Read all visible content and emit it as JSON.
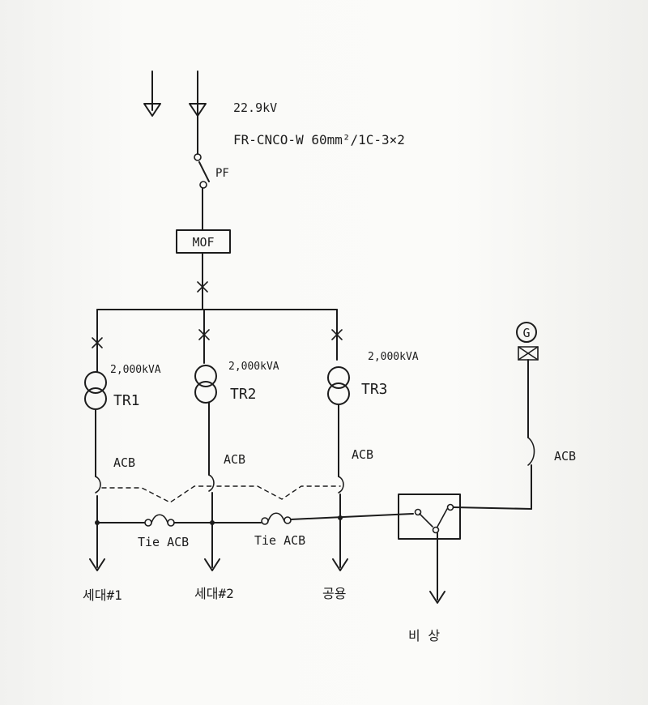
{
  "source": {
    "voltage": "22.9kV",
    "cable": "FR-CNCO-W 60mm²/1C-3×2"
  },
  "pf_label": "PF",
  "mof_label": "MOF",
  "transformers": [
    {
      "rating": "2,000kVA",
      "name": "TR1"
    },
    {
      "rating": "2,000kVA",
      "name": "TR2"
    },
    {
      "rating": "2,000kVA",
      "name": "TR3"
    }
  ],
  "acb_label": "ACB",
  "tie_acb_label": "Tie ACB",
  "generator": {
    "symbol": "G",
    "acb_label": "ACB"
  },
  "loads": [
    "세대#1",
    "세대#2",
    "공용"
  ],
  "emergency_load": "비 상"
}
